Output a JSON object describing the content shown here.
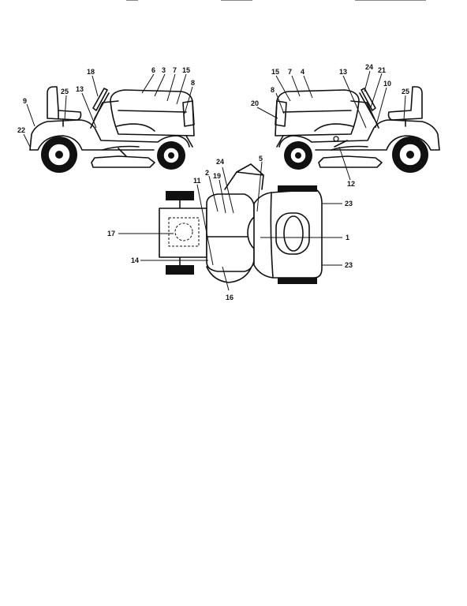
{
  "left_view": {
    "labels": [
      "18",
      "6",
      "3",
      "7",
      "15",
      "8",
      "25",
      "13",
      "9",
      "22"
    ]
  },
  "right_view": {
    "labels": [
      "15",
      "7",
      "4",
      "13",
      "24",
      "21",
      "10",
      "25",
      "8",
      "20",
      "12"
    ]
  },
  "top_view": {
    "labels": [
      "5",
      "24",
      "2",
      "19",
      "11",
      "23",
      "17",
      "1",
      "14",
      "23",
      "16"
    ]
  }
}
